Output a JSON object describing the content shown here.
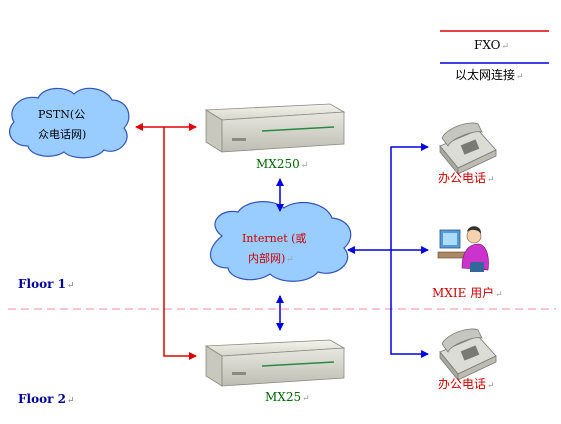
{
  "legend": {
    "fxo_label": "FXO",
    "ethernet_label": "以太网连接",
    "fxo_color": "#e00000",
    "ethernet_color": "#0000e0"
  },
  "nodes": {
    "pstn": {
      "line1": "PSTN(公",
      "line2": "众电话网)"
    },
    "internet": {
      "line1": "Internet (或",
      "line2": "内部网)"
    },
    "mx250": {
      "label": "MX250"
    },
    "mx25": {
      "label": "MX25"
    },
    "phone1": {
      "label": "办公电话"
    },
    "mxie": {
      "label": "MXIE 用户"
    },
    "phone2": {
      "label": "办公电话"
    }
  },
  "floors": {
    "floor1": "Floor 1",
    "floor2": "Floor 2"
  },
  "colors": {
    "cloud_fill": "#99ccff",
    "cloud_stroke": "#3355bb",
    "green_label": "#006600",
    "red_label": "#cc0000",
    "floor_label": "#000099",
    "divider": "#ff88aa"
  },
  "return_mark": "↵"
}
